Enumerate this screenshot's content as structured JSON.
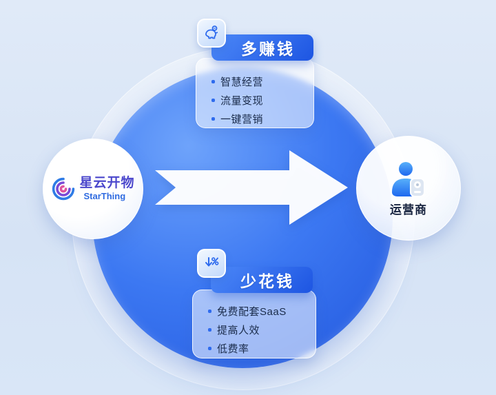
{
  "nodes": {
    "starthing": {
      "name_cn": "星云开物",
      "name_en": "StarThing"
    },
    "operator": {
      "label": "运营商"
    }
  },
  "cards": {
    "top": {
      "title": "多赚钱",
      "icon": "piggy-bank-icon",
      "items": [
        "智慧经营",
        "流量变现",
        "一键营销"
      ]
    },
    "bottom": {
      "title": "少花钱",
      "icon": "discount-down-icon",
      "items": [
        "免费配套SaaS",
        "提高人效",
        "低费率"
      ]
    }
  },
  "colors": {
    "background": "#d9e6f7",
    "circle_blue": "#2f6cf0",
    "pill_gradient_start": "#4d89f8",
    "pill_gradient_end": "#1d55e2",
    "accent": "#2e6bee",
    "text_dark": "#1a2b4a",
    "logo_cn_color": "#4b47cc",
    "logo_en_color": "#2f6be0"
  }
}
